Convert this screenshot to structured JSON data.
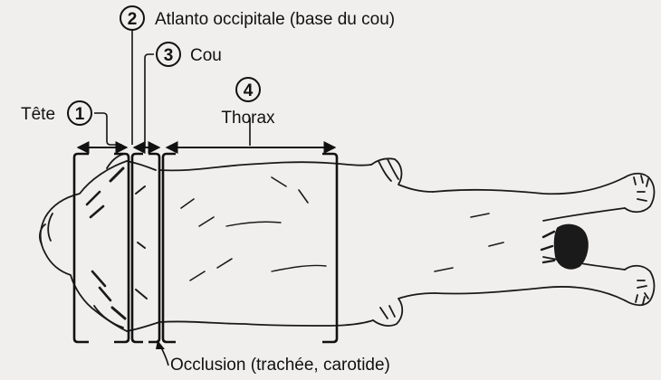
{
  "labels": {
    "tete": "Tête",
    "atlanto": "Atlanto occipitale (base du cou)",
    "cou": "Cou",
    "thorax": "Thorax",
    "occlusion": "Occlusion (trachée, carotide)"
  },
  "markers": {
    "m1": "1",
    "m2": "2",
    "m3": "3",
    "m4": "4"
  },
  "colors": {
    "background": "#f1efee",
    "ink": "#111111"
  }
}
